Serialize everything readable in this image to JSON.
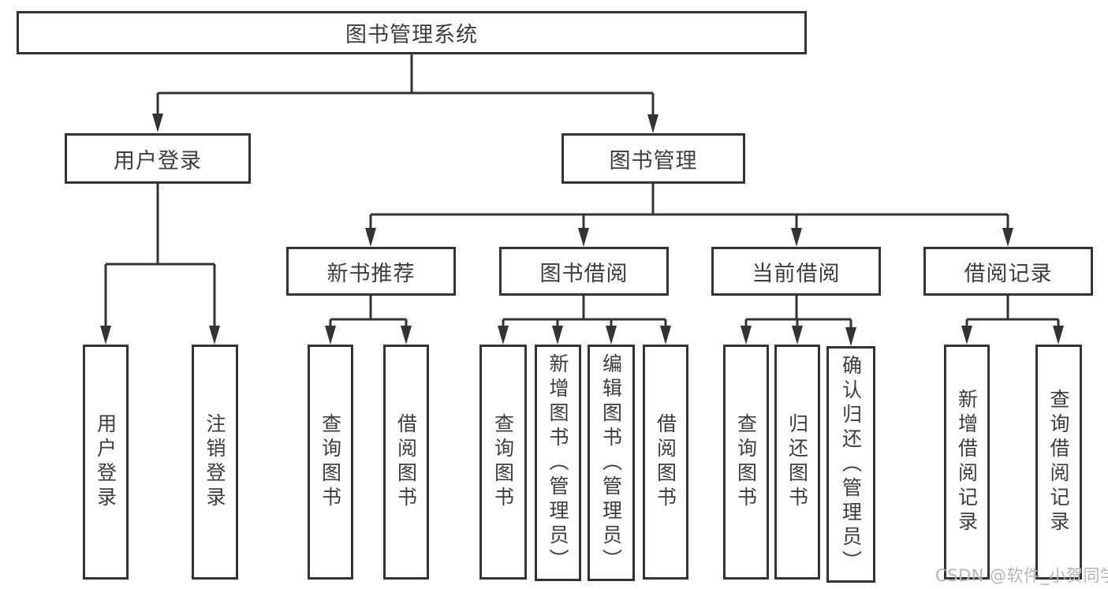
{
  "tree": {
    "root": {
      "label": "图书管理系统",
      "children": [
        {
          "label": "用户登录",
          "children": [
            {
              "label": "用户登录"
            },
            {
              "label": "注销登录"
            }
          ]
        },
        {
          "label": "图书管理",
          "children": [
            {
              "label": "新书推荐",
              "children": [
                {
                  "label": "查询图书"
                },
                {
                  "label": "借阅图书"
                }
              ]
            },
            {
              "label": "图书借阅",
              "children": [
                {
                  "label": "查询图书"
                },
                {
                  "label": "新增图书（管理员）"
                },
                {
                  "label": "编辑图书（管理员）"
                },
                {
                  "label": "借阅图书"
                }
              ]
            },
            {
              "label": "当前借阅",
              "children": [
                {
                  "label": "查询图书"
                },
                {
                  "label": "归还图书"
                },
                {
                  "label": "确认归还（管理员）"
                }
              ]
            },
            {
              "label": "借阅记录",
              "children": [
                {
                  "label": "新增借阅记录"
                },
                {
                  "label": "查询借阅记录"
                }
              ]
            }
          ]
        }
      ]
    }
  },
  "watermark": {
    "text": "CSDN @软件_小贺同学"
  },
  "colors": {
    "line": "#333333",
    "text": "#3d3d3d",
    "watermark": "#b5b5b5",
    "background": "#ffffff"
  }
}
